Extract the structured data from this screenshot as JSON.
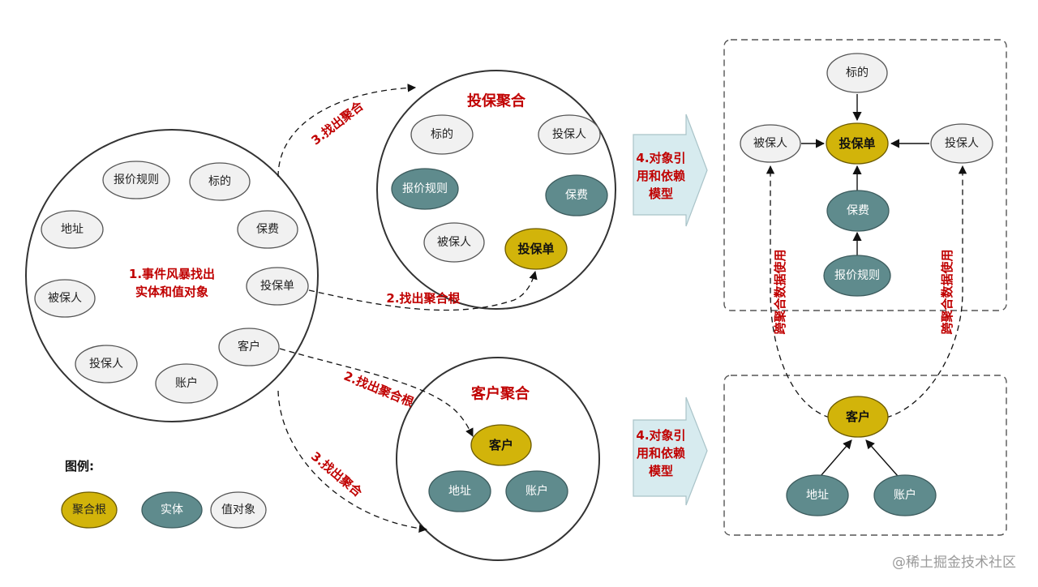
{
  "nodes": {
    "baojiaguize": "报价规则",
    "biaode": "标的",
    "dizhi": "地址",
    "baofei": "保费",
    "beibaoren": "被保人",
    "toubaodan": "投保单",
    "kehu": "客户",
    "toubaoren": "投保人",
    "zhanghu": "账户"
  },
  "event_storm": {
    "line1": "1.事件风暴找出",
    "line2": "实体和值对象"
  },
  "aggregates": {
    "policy_title": "投保聚合",
    "customer_title": "客户聚合"
  },
  "steps": {
    "find_root": "2.找出聚合根",
    "find_aggregate": "3.找出聚合",
    "model": [
      "4.对象引",
      "用和依赖",
      "模型"
    ]
  },
  "cross_use": "跨聚合数据使用",
  "legend": {
    "title": "图例:",
    "root": "聚合根",
    "entity": "实体",
    "value": "值对象"
  },
  "colors": {
    "aggregate_root": "#d2b40a",
    "entity": "#5f8b8d",
    "value_object": "#f1f1f1",
    "label_red": "#c00000"
  },
  "watermark": "@稀土掘金技术社区"
}
